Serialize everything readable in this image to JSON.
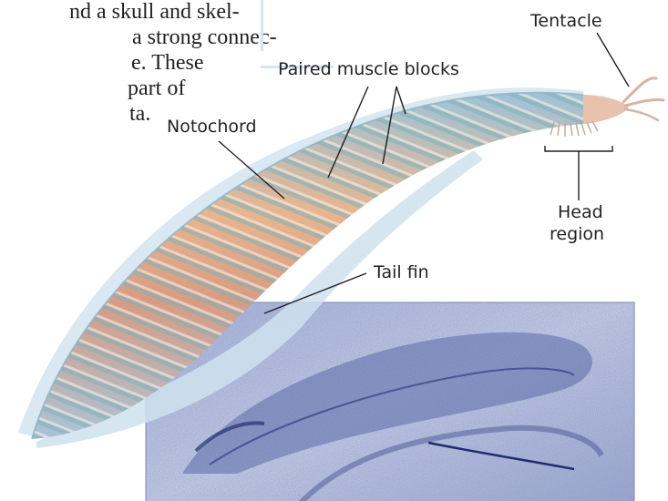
{
  "body_text": {
    "lines": [
      "nd a skull and skel-",
      "a strong connec-",
      "e. These",
      "part of",
      "ta."
    ]
  },
  "labels": {
    "tentacle": "Tentacle",
    "paired_muscle_blocks": "Paired muscle blocks",
    "notochord": "Notochord",
    "head_region": [
      "Head",
      "region"
    ],
    "tail_fin": "Tail fin"
  }
}
